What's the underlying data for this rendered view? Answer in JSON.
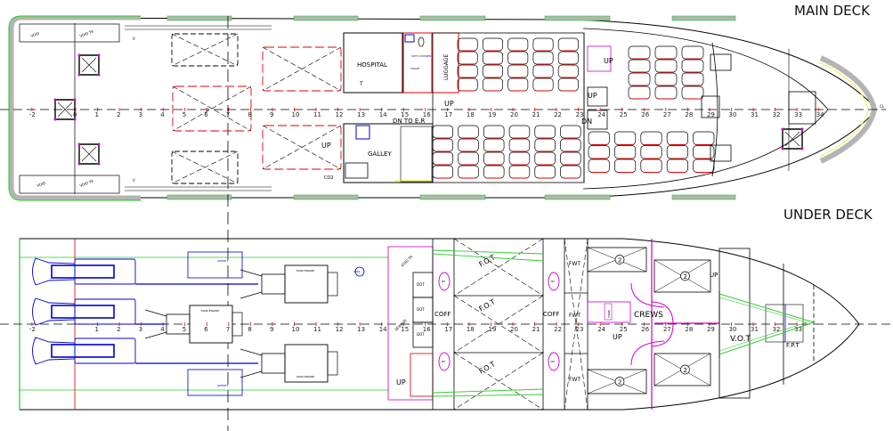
{
  "titles": {
    "main_deck": "MAIN DECK",
    "under_deck": "UNDER DECK"
  },
  "frames": {
    "main": [
      "-2",
      "0",
      "1",
      "2",
      "3",
      "4",
      "5",
      "6",
      "7",
      "8",
      "9",
      "10",
      "11",
      "12",
      "13",
      "14",
      "15",
      "16",
      "17",
      "18",
      "19",
      "20",
      "21",
      "22",
      "23",
      "24",
      "25",
      "26",
      "27",
      "28",
      "29",
      "30",
      "31",
      "32",
      "33",
      "34"
    ],
    "under": [
      "-2",
      "1",
      "2",
      "3",
      "4",
      "5",
      "6",
      "7",
      "8",
      "9",
      "10",
      "11",
      "12",
      "13",
      "14",
      "15",
      "16",
      "17",
      "18",
      "19",
      "20",
      "21",
      "22",
      "23",
      "24",
      "25",
      "26",
      "27",
      "28",
      "29",
      "30",
      "31",
      "32",
      "33"
    ]
  },
  "main_deck": {
    "hospital": "HOSPITAL",
    "luggage": "LUGGAGE",
    "galley": "GALLEY",
    "toilet": "TOILET",
    "shower": "WITH SHOWER",
    "t_mark": "T",
    "dn_to_er": "DN TO E.R",
    "up": "UP",
    "dn": "DN",
    "co2": "CO2",
    "void": "VOID",
    "void_tk": "VOID TK",
    "v_mark": "V",
    "centerline": "CL"
  },
  "under_deck": {
    "main_engine": "MAIN ENGINE",
    "genset": "GENSET",
    "fot": "F.O.T",
    "coff": "COFF",
    "fwt": "FWT",
    "crews": "CREWS",
    "table": "TABLE",
    "up": "UP",
    "vot": "V.O.T",
    "fpt": "F.P.T",
    "dot": "DOT",
    "sewage": "SEWAGE",
    "void_tk": "VOID TK",
    "ows": "OWS",
    "mh": "MH",
    "bunk_count": "2"
  },
  "colors": {
    "hull": "#000000",
    "fender": "#b4b4b4",
    "fender_edge": "#22cc22",
    "seat": "#dd0000",
    "machinery": "#0000cc",
    "crew": "#cc00cc",
    "tank_line": "#33cc33"
  }
}
